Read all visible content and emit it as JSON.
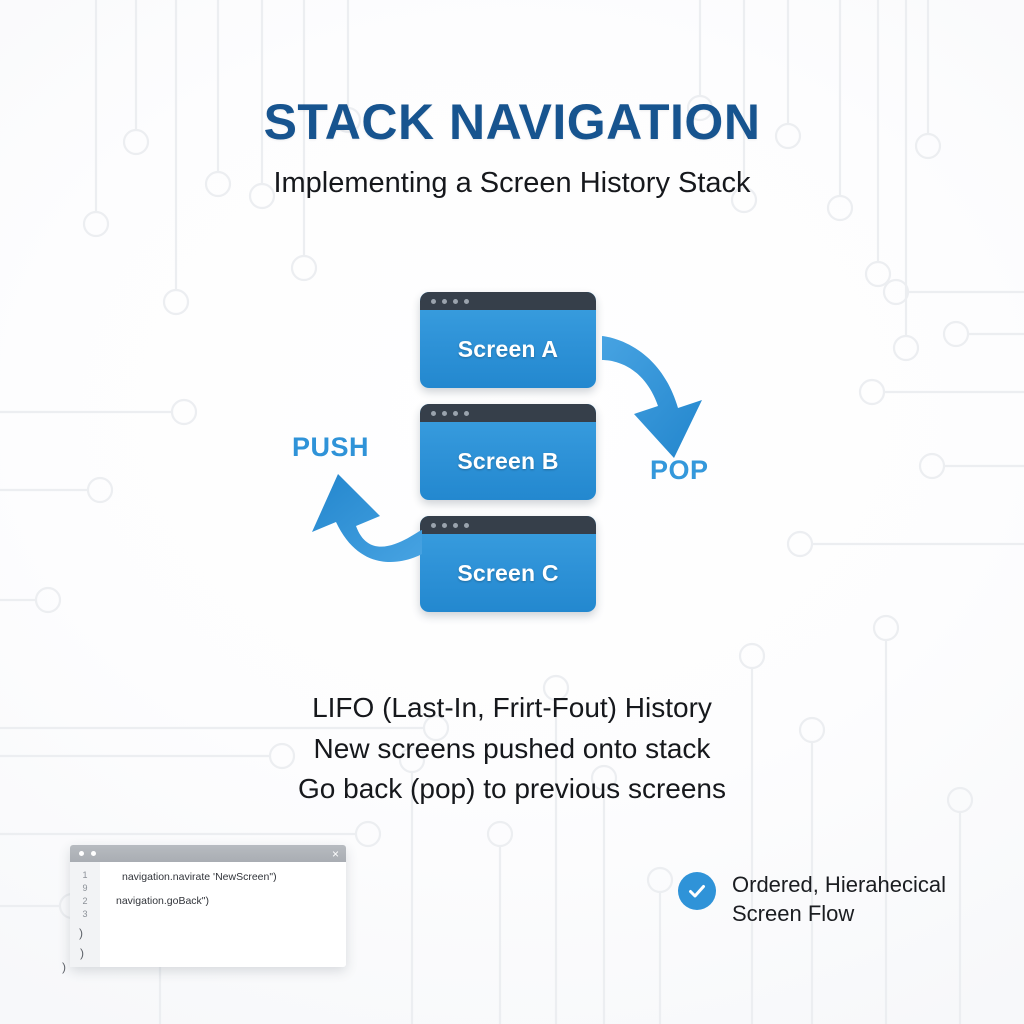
{
  "header": {
    "title": "STACK NAVIGATION",
    "subtitle": "Implementing a Screen History Stack"
  },
  "colors": {
    "title_blue": "#17548f",
    "accent_blue": "#2f93d8",
    "card_bar_dark": "#363f4a",
    "text_dark": "#16181c",
    "code_bar_gray": "#a9adb3"
  },
  "stack": {
    "cards": [
      {
        "label": "Screen A",
        "dots": 4
      },
      {
        "label": "Screen B",
        "dots": 4
      },
      {
        "label": "Screen C",
        "dots": 4
      }
    ]
  },
  "arrows": {
    "push": {
      "label": "PUSH",
      "direction": "up-left",
      "icon": "curved-arrow-up-icon"
    },
    "pop": {
      "label": "POP",
      "direction": "down-right",
      "icon": "curved-arrow-down-icon"
    }
  },
  "points": [
    "LIFO (Last-In, Frirt-Fout) History",
    "New screens pushed onto stack",
    "Go back (pop) to previous screens"
  ],
  "code_window": {
    "close_glyph": "×",
    "gutter_numbers": [
      "1",
      "9",
      "2",
      "3"
    ],
    "lines": [
      "navigation.navirate 'NewScreen\")",
      "navigation.goBack\")"
    ],
    "stray_parens": [
      ")",
      ")",
      ")"
    ]
  },
  "feature": {
    "icon": "check-circle-icon",
    "text": "Ordered, Hierahecical Screen Flow"
  }
}
